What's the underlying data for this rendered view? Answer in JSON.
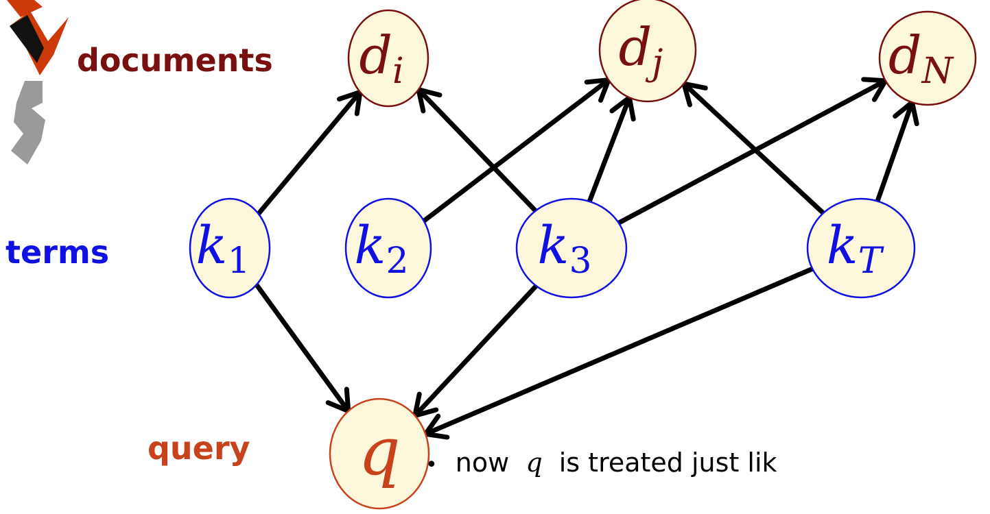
{
  "colors": {
    "documents": "#7a0f0f",
    "terms": "#1010e0",
    "query": "#c8421c",
    "node_fill": "#fdf8dc",
    "arrow": "#000000",
    "logo_orange": "#cc3a0a",
    "logo_gray": "#9a9a9a"
  },
  "labels": {
    "documents": "documents",
    "terms": "terms",
    "query": "query"
  },
  "nodes": {
    "d_i": {
      "base": "d",
      "sub": "i"
    },
    "d_j": {
      "base": "d",
      "sub": "j"
    },
    "d_N": {
      "base": "d",
      "sub": "N"
    },
    "k_1": {
      "base": "k",
      "sub": "1"
    },
    "k_2": {
      "base": "k",
      "sub": "2"
    },
    "k_3": {
      "base": "k",
      "sub": "3"
    },
    "k_T": {
      "base": "k",
      "sub": "T"
    },
    "q": {
      "base": "q",
      "sub": ""
    }
  },
  "edges": [
    {
      "from": "k_1",
      "to": "d_i"
    },
    {
      "from": "k_2",
      "to": "d_j"
    },
    {
      "from": "k_3",
      "to": "d_i"
    },
    {
      "from": "k_3",
      "to": "d_j"
    },
    {
      "from": "k_3",
      "to": "d_N"
    },
    {
      "from": "k_T",
      "to": "d_j"
    },
    {
      "from": "k_T",
      "to": "d_N"
    },
    {
      "from": "k_1",
      "to": "q"
    },
    {
      "from": "k_3",
      "to": "q"
    },
    {
      "from": "k_T",
      "to": "q"
    }
  ],
  "note": {
    "bullet": "•",
    "prefix": "now",
    "var": "q",
    "suffix": "is treated just lik"
  },
  "logo": {
    "icon": "pen-icon"
  }
}
